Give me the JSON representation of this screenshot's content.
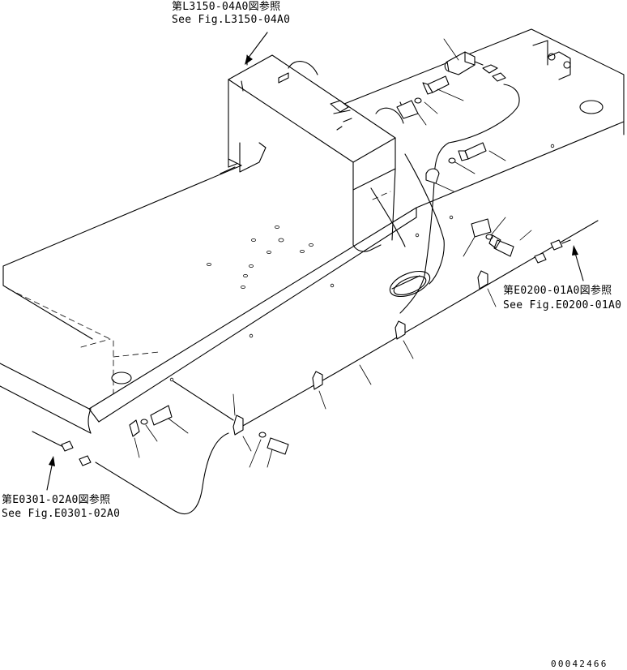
{
  "references": {
    "top": {
      "jp": "第L3150-04A0図参照",
      "en": "See Fig.L3150-04A0"
    },
    "right": {
      "jp": "第E0200-01A0図参照",
      "en": "See Fig.E0200-01A0"
    },
    "left": {
      "jp": "第E0301-02A0図参照",
      "en": "See Fig.E0301-02A0"
    }
  },
  "document_number": "00042466"
}
